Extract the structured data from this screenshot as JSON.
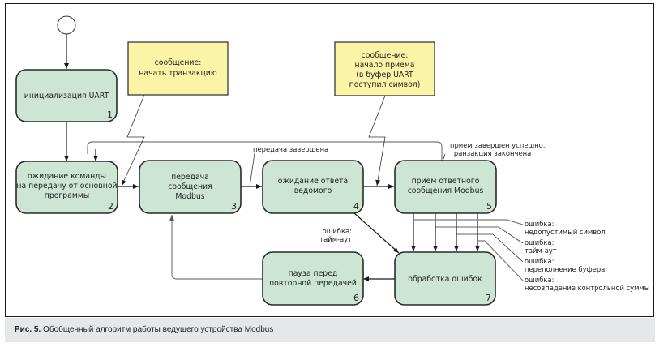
{
  "diagram": {
    "start": {
      "label": "start"
    },
    "states": [
      {
        "id": 1,
        "number": "1",
        "lines": [
          "инициализация UART"
        ]
      },
      {
        "id": 2,
        "number": "2",
        "lines": [
          "ожидание команды",
          "на передачу от основной",
          "программы"
        ]
      },
      {
        "id": 3,
        "number": "3",
        "lines": [
          "передача",
          "сообщения",
          "Modbus"
        ]
      },
      {
        "id": 4,
        "number": "4",
        "lines": [
          "ожидание ответа",
          "ведомого"
        ]
      },
      {
        "id": 5,
        "number": "5",
        "lines": [
          "прием ответного",
          "сообщения Modbus"
        ]
      },
      {
        "id": 6,
        "number": "6",
        "lines": [
          "пауза перед",
          "повторной передачей"
        ]
      },
      {
        "id": 7,
        "number": "7",
        "lines": [
          "обработка ошибок"
        ]
      }
    ],
    "notes": [
      {
        "id": "note-start-transaction",
        "lines": [
          "сообщение:",
          "начать транзакцию"
        ]
      },
      {
        "id": "note-receive-start",
        "lines": [
          "сообщение:",
          "начало приема",
          "(в буфер UART",
          "поступил символ)"
        ]
      }
    ],
    "transitions": {
      "tx_done": "передача завершена",
      "rx_success": [
        "прием завершен успешно,",
        "транзакция закончена"
      ],
      "timeout_4": [
        "ошибка:",
        "тайм-аут"
      ],
      "rx_errors": [
        [
          "ошибка:",
          "недопустимый символ"
        ],
        [
          "ошибка:",
          "тайм-аут"
        ],
        [
          "ошибка:",
          "переполнение буфера"
        ],
        [
          "ошибка:",
          "несовпадение контрольной суммы"
        ]
      ]
    },
    "colors": {
      "state_fill": "#cde6d3",
      "note_fill": "#fbf3a6",
      "caption_bg": "#e6e7e8"
    }
  },
  "caption": {
    "prefix": "Рис. 5.",
    "text": " Обобщенный алгоритм работы ведущего устройства Modbus"
  }
}
